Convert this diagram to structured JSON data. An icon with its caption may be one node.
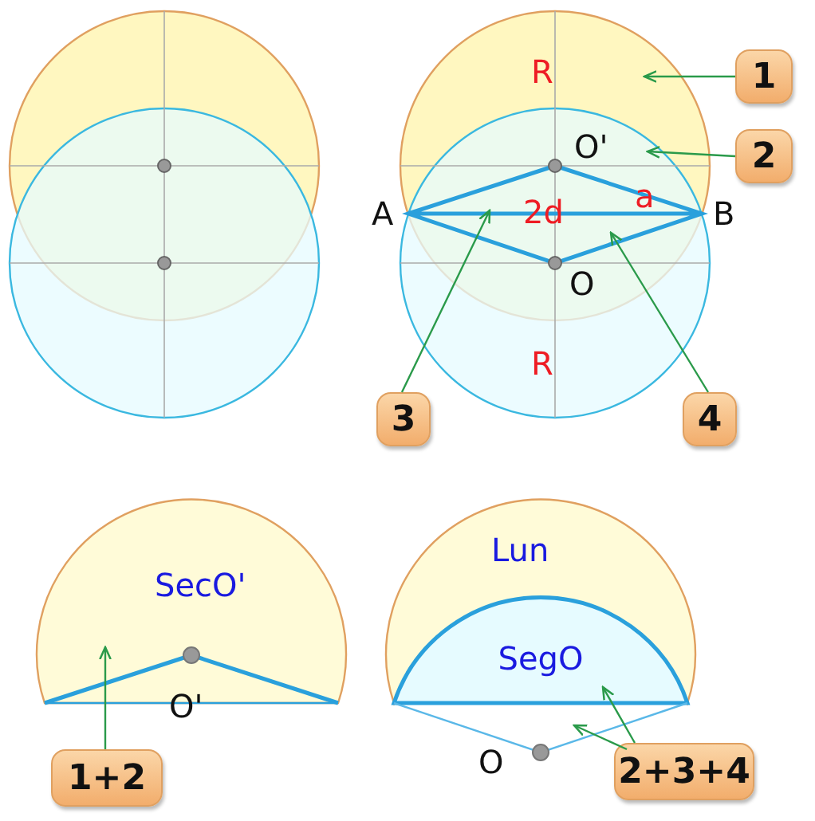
{
  "diagram": {
    "nodes": [
      {
        "text": [
          "1"
        ]
      },
      {
        "text": [
          "2"
        ]
      },
      {
        "text": [
          "3"
        ]
      },
      {
        "text": [
          "4"
        ]
      },
      {
        "text": [
          "1+2"
        ]
      },
      {
        "text": [
          "2+3+4"
        ]
      },
      {
        "text": [
          "SegO"
        ]
      },
      {
        "text": [],
        "shape": "triangle"
      }
    ],
    "edges": [
      {
        "from": 0,
        "to": null,
        "arrow": "to"
      },
      {
        "from": 1,
        "to": null,
        "arrow": "to"
      },
      {
        "from": 2,
        "to": null,
        "arrow": "to"
      },
      {
        "from": 3,
        "to": null,
        "arrow": "to"
      },
      {
        "from": 4,
        "to": null,
        "arrow": "to"
      },
      {
        "from": 5,
        "to": 6,
        "arrow": "to"
      },
      {
        "from": 5,
        "to": 7,
        "arrow": "to"
      }
    ],
    "labels": [
      "R",
      "O'",
      "a",
      "A",
      "2d",
      "B",
      "O",
      "R",
      "SecO'",
      "O'",
      "Lun",
      "O"
    ]
  }
}
